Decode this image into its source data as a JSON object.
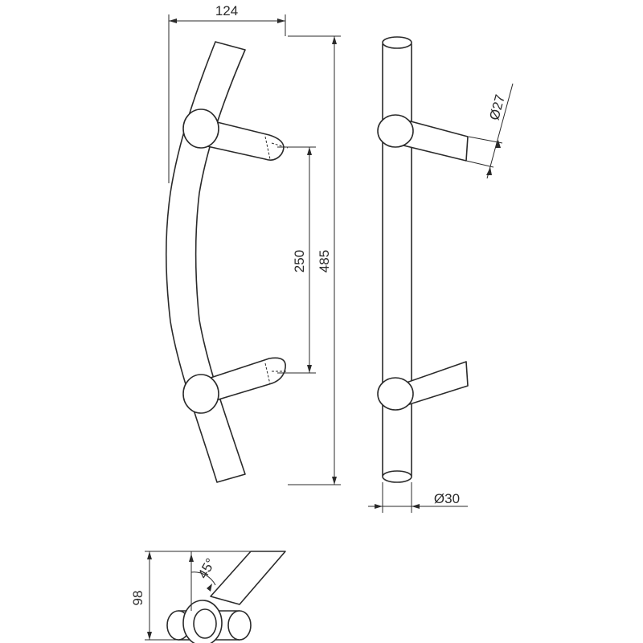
{
  "dimensions": {
    "width": "124",
    "height_total": "485",
    "mount_spacing": "250",
    "post_diameter": "Ø27",
    "bar_diameter": "Ø30",
    "depth": "98",
    "angle": "45°"
  },
  "colors": {
    "line": "#2a2a2a",
    "background": "#ffffff"
  }
}
